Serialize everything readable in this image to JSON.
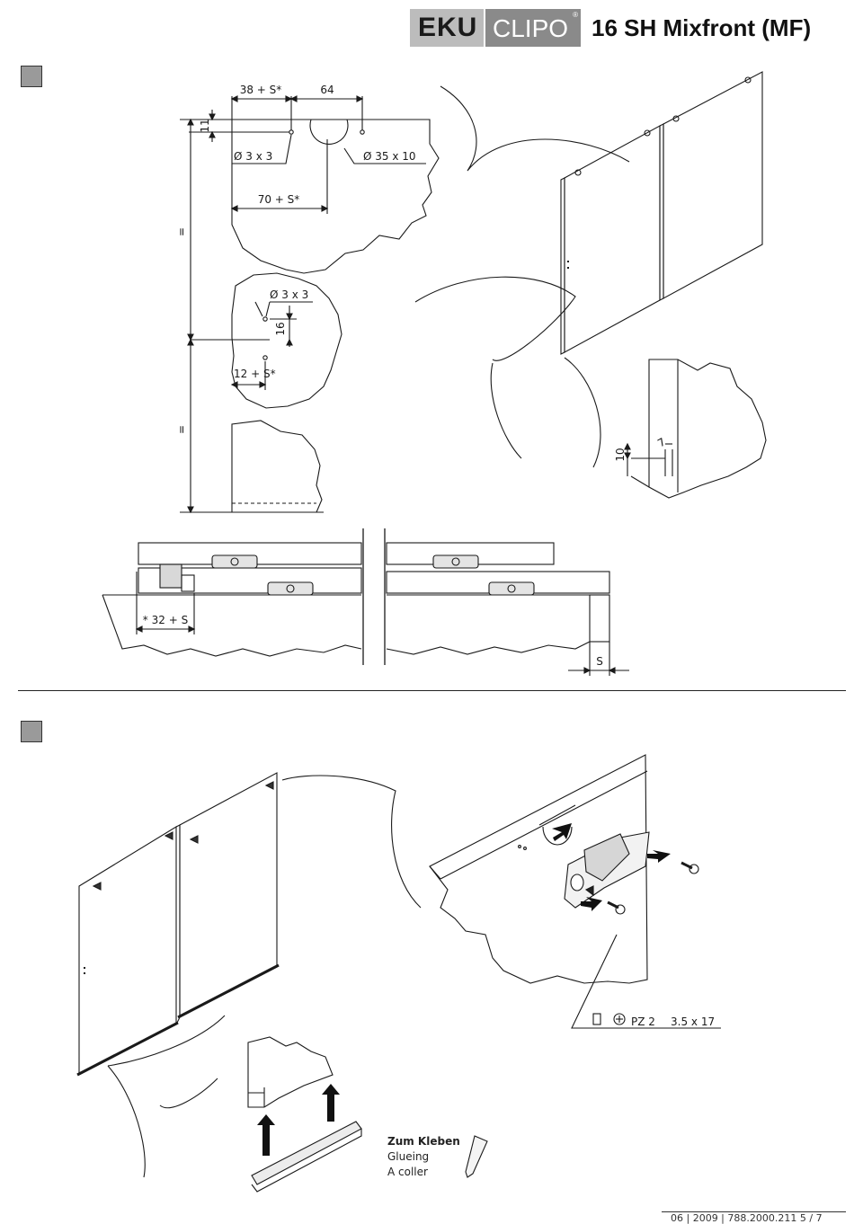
{
  "header": {
    "logo_left": "EKU",
    "logo_right": "CLIPO",
    "registered_mark": "®",
    "title": "16 SH Mixfront (MF)"
  },
  "dimensions": {
    "d_38s": "38 + S*",
    "d_64": "64",
    "d_11": "11",
    "d_hole3": "Ø 3 x 3",
    "d_hole35": "Ø 35 x 10",
    "d_70s": "70 + S*",
    "d_eq": "=",
    "d_hole3b": "Ø 3 x 3",
    "d_16": "16",
    "d_12s": "12 + S*",
    "d_10": "10",
    "d_7": "7",
    "d_32s": "* 32 + S",
    "d_s": "S"
  },
  "screw_spec": {
    "drive": "PZ 2",
    "size": "3.5 x 17"
  },
  "glue": {
    "de": "Zum Kleben",
    "en": "Glueing",
    "fr": "A coller"
  },
  "footer": {
    "doc_ref": "06 | 2009 | 788.2000.211   5 / 7"
  },
  "colors": {
    "line": "#1a1a1a",
    "step_box": "#9a9a9a",
    "logo_light": "#bcbcbc",
    "logo_dark": "#8a8a8a"
  }
}
